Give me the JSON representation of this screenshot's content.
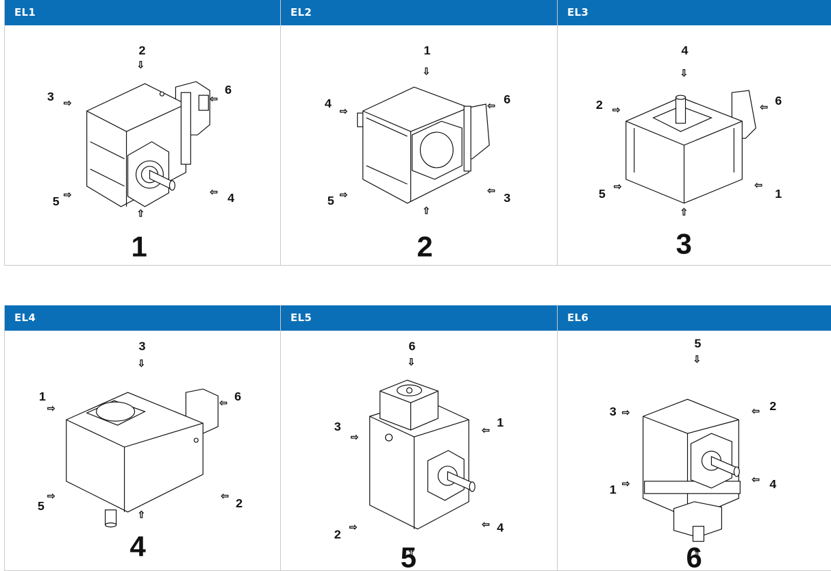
{
  "panels": [
    {
      "header": "EL1",
      "big": "1",
      "labels": {
        "top": "2",
        "ul": "3",
        "ur": "6",
        "ll": "5",
        "lr": "4"
      }
    },
    {
      "header": "EL2",
      "big": "2",
      "labels": {
        "top": "1",
        "ul": "4",
        "ur": "6",
        "ll": "5",
        "lr": "3"
      }
    },
    {
      "header": "EL3",
      "big": "3",
      "labels": {
        "top": "4",
        "ul": "2",
        "ur": "6",
        "ll": "5",
        "lr": "1"
      }
    },
    {
      "header": "EL4",
      "big": "4",
      "labels": {
        "top": "3",
        "ul": "1",
        "ur": "6",
        "ll": "5",
        "lr": "2"
      }
    },
    {
      "header": "EL5",
      "big": "5",
      "labels": {
        "top": "6",
        "ul": "3",
        "ur": "1",
        "ll": "2",
        "lr": "4"
      }
    },
    {
      "header": "EL6",
      "big": "6",
      "labels": {
        "top": "5",
        "ul": "3",
        "ur": "2",
        "ll": "1",
        "lr": "4"
      }
    }
  ],
  "colors": {
    "header_bg": "#0a6fb7",
    "header_text": "#ffffff",
    "border": "#c9c9c9",
    "line": "#111111"
  }
}
